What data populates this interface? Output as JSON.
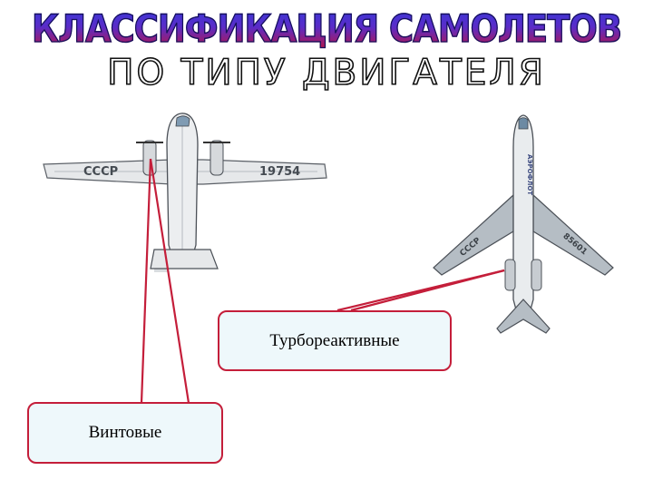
{
  "title": "КЛАССИФИКАЦИЯ САМОЛЕТОВ",
  "subtitle": "ПО ТИПУ ДВИГАТЕЛЯ",
  "labels": {
    "turbojet": "Турбореактивные",
    "propeller": "Винтовые"
  },
  "propeller_plane": {
    "left_wing_text": "СССР",
    "right_wing_text": "19754"
  },
  "jet_plane": {
    "wing_text_left": "СССР",
    "wing_text_right": "85601",
    "fuselage_text": "АЭРОФЛОТ"
  },
  "colors": {
    "accent_red": "#c41e3a",
    "box_fill": "#eef8fb",
    "title_blue": "#3838d8"
  }
}
